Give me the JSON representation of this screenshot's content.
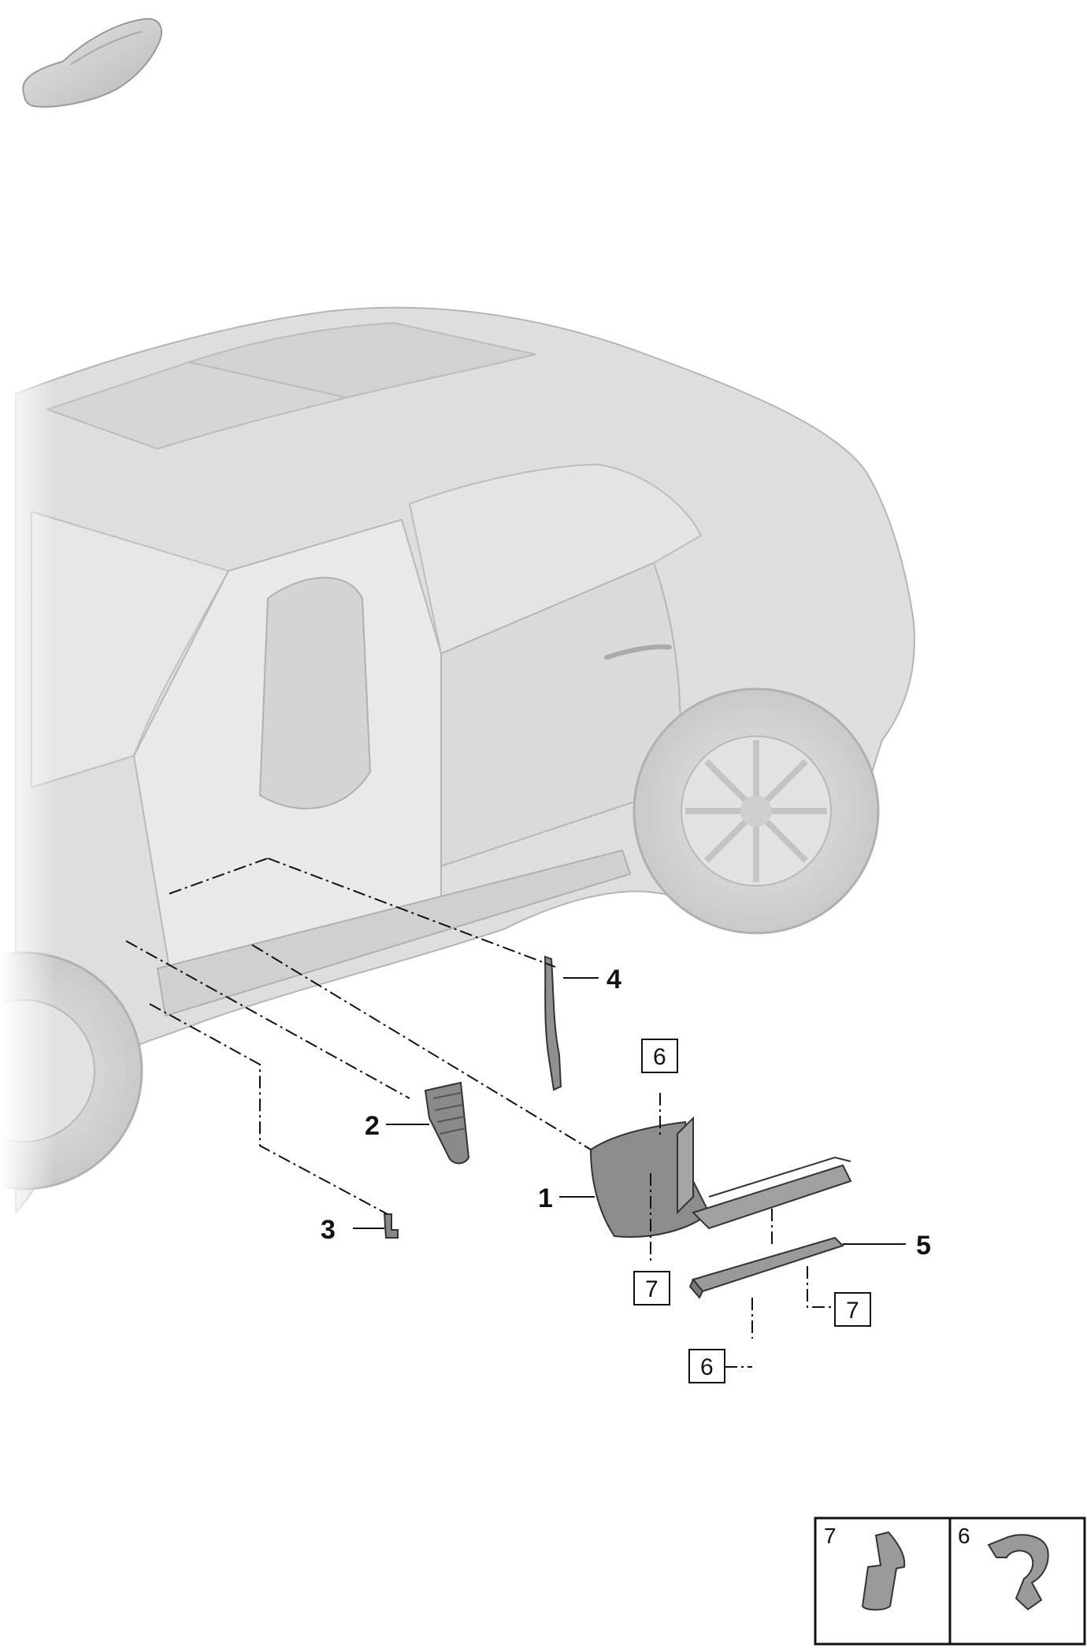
{
  "callouts": {
    "p1": "1",
    "p2": "2",
    "p3": "3",
    "p4": "4",
    "p5": "5"
  },
  "boxed_refs": {
    "b6_top": "6",
    "b7_left": "7",
    "b7_right": "7",
    "b6_bottom": "6"
  },
  "legend": {
    "cell_7": "7",
    "cell_6": "6"
  },
  "icons": {
    "thumbnail": "car-thumbnail-icon",
    "clip7": "spring-clip-icon",
    "clip6": "fastener-clip-icon"
  },
  "colors": {
    "car_body": "#dcdcdc",
    "car_outline": "#b4b4b4",
    "part_fill": "#8c8c8c",
    "line": "#111111"
  }
}
